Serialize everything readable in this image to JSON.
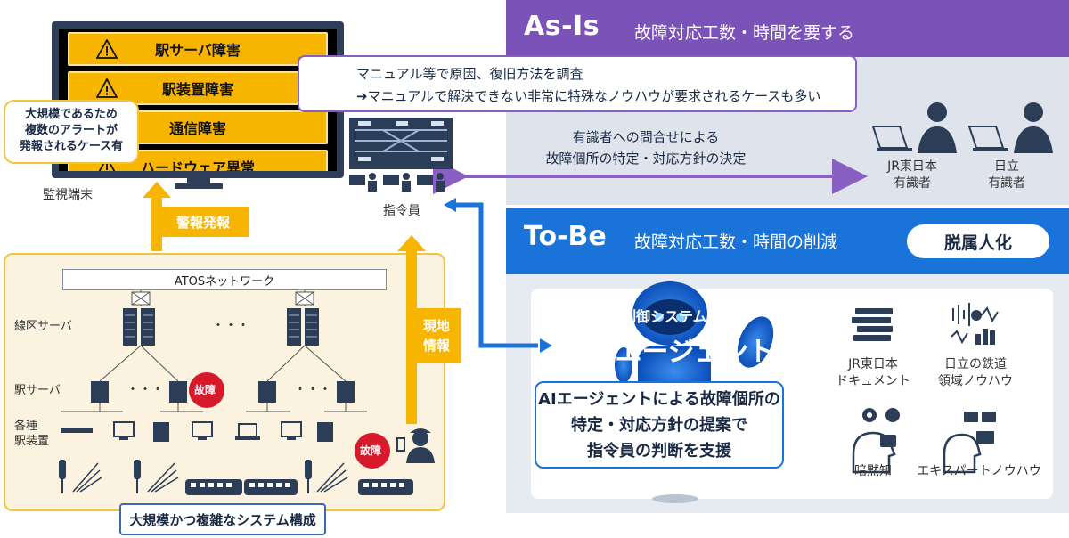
{
  "monitor": {
    "alerts": [
      "駅サーバ障害",
      "駅装置障害",
      "通信障害",
      "ハードウェア異常"
    ],
    "label": "監視端末"
  },
  "callout_left": {
    "lines": [
      "大規模であるため",
      "複数のアラートが",
      "発報されるケース有"
    ]
  },
  "callout_top": {
    "line1": "マニュアル等で原因、復旧方法を調査",
    "line2": "➔マニュアルで解決できない非常に特殊なノウハウが要求されるケースも多い"
  },
  "dispatcher": {
    "label": "指令員"
  },
  "arrows": {
    "alarm": "警報発報",
    "field_info": [
      "現地",
      "情報"
    ]
  },
  "network": {
    "atos": "ATOSネットワーク",
    "line_server": "線区サーバ",
    "station_server": "駅サーバ",
    "devices": [
      "各種",
      "駅装置"
    ],
    "fault": "故障",
    "dots": "・・・",
    "bottom": "大規模かつ複雑なシステム構成"
  },
  "asis": {
    "title": "As-Is",
    "subtitle": "故障対応工数・時間を要する",
    "text": [
      "有識者への問合せによる",
      "故障個所の特定・対応方針の決定"
    ],
    "persons": [
      {
        "lines": [
          "JR東日本",
          "有識者"
        ]
      },
      {
        "lines": [
          "日立",
          "有識者"
        ]
      }
    ]
  },
  "tobe": {
    "title": "To-Be",
    "subtitle": "故障対応工数・時間の削減",
    "badge": "脱属人化",
    "ai_pre": "鉄道制御システム向け",
    "ai_name": "AIエージェント",
    "ai_desc": [
      "AIエージェントによる故障個所の",
      "特定・対応方針の提案で",
      "指令員の判断を支援"
    ],
    "knowledge": [
      {
        "lines": [
          "JR東日本",
          "ドキュメント"
        ],
        "icon": "document-stack-icon"
      },
      {
        "lines": [
          "日立の鉄道",
          "領域ノウハウ"
        ],
        "icon": "waveform-chart-icon"
      },
      {
        "lines": [
          "暗黙知"
        ],
        "icon": "head-gears-icon"
      },
      {
        "lines": [
          "エキスパートノウハウ"
        ],
        "icon": "head-books-icon"
      }
    ]
  },
  "colors": {
    "alert_yellow": "#f7b500",
    "asis_purple": "#7b52b8",
    "tobe_blue": "#1a73d9",
    "navy": "#1a2a44"
  }
}
